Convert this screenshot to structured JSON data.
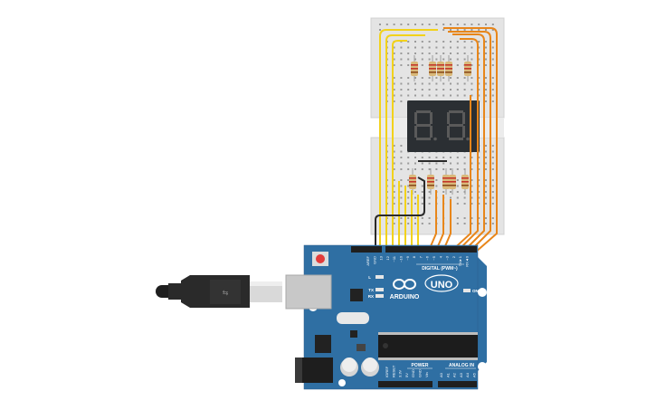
{
  "board": {
    "brand": "ARDUINO",
    "model": "UNO",
    "digital_header": "DIGITAL (PWM~)",
    "power_header": "POWER",
    "analog_header": "ANALOG IN",
    "on_label": "ON",
    "led_l": "L",
    "led_tx": "TX",
    "led_rx": "RX",
    "digital_pins": [
      "AREF",
      "GND",
      "13",
      "12",
      "~11",
      "~10",
      "~9",
      "8",
      "7",
      "~6",
      "~5",
      "4",
      "~3",
      "2",
      "TX►1",
      "RX◄0"
    ],
    "power_pins": [
      "IOREF",
      "RESET",
      "3.3V",
      "5V",
      "GND",
      "GND",
      "Vin"
    ],
    "analog_pins": [
      "A0",
      "A1",
      "A2",
      "A3",
      "A4",
      "A5"
    ]
  },
  "display": {
    "digits": [
      "8.",
      "8."
    ],
    "segment_color": "#5a5a5a",
    "body_color": "#2b2f33"
  },
  "colors": {
    "board_blue": "#2f6fa3",
    "wire_yellow": "#f2d21b",
    "wire_orange": "#e8861a",
    "wire_black": "#2a2a2a",
    "breadboard": "#e6e6e6"
  },
  "icons": {
    "usb_cable": "usb-cable-icon",
    "reset_button": "reset-button-icon",
    "arduino_logo": "infinity-logo-icon"
  }
}
